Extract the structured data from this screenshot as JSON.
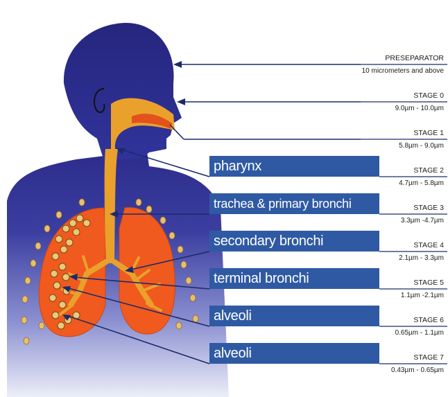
{
  "regions": [
    {
      "label": "pharynx"
    },
    {
      "label": "trachea & primary bronchi"
    },
    {
      "label": "secondary bronchi"
    },
    {
      "label": "terminal bronchi"
    },
    {
      "label": "alveoli"
    },
    {
      "label": "alveoli"
    }
  ],
  "stages": [
    {
      "name": "PRESEPARATOR",
      "range": "10 micrometers and above"
    },
    {
      "name": "STAGE 0",
      "range": "9.0µm - 10.0µm"
    },
    {
      "name": "STAGE 1",
      "range": "5.8µm - 9.0µm"
    },
    {
      "name": "STAGE 2",
      "range": "4.7µm - 5.8µm"
    },
    {
      "name": "STAGE 3",
      "range": "3.3µm -4.7µm"
    },
    {
      "name": "STAGE 4",
      "range": "2.1µm - 3.3µm"
    },
    {
      "name": "STAGE 5",
      "range": "1.1µm -2.1µm"
    },
    {
      "name": "STAGE 6",
      "range": "0.65µm - 1.1µm"
    },
    {
      "name": "STAGE 7",
      "range": "0.43µm - 0.65µm"
    }
  ],
  "colors": {
    "head": "#2a2a88",
    "torso_top": "#5a5fb8",
    "torso_bottom": "#e4e4f2",
    "airway": "#e9a12c",
    "lung": "#f05a1e",
    "box": "#2f5aa3",
    "line": "#1c2a6a"
  }
}
